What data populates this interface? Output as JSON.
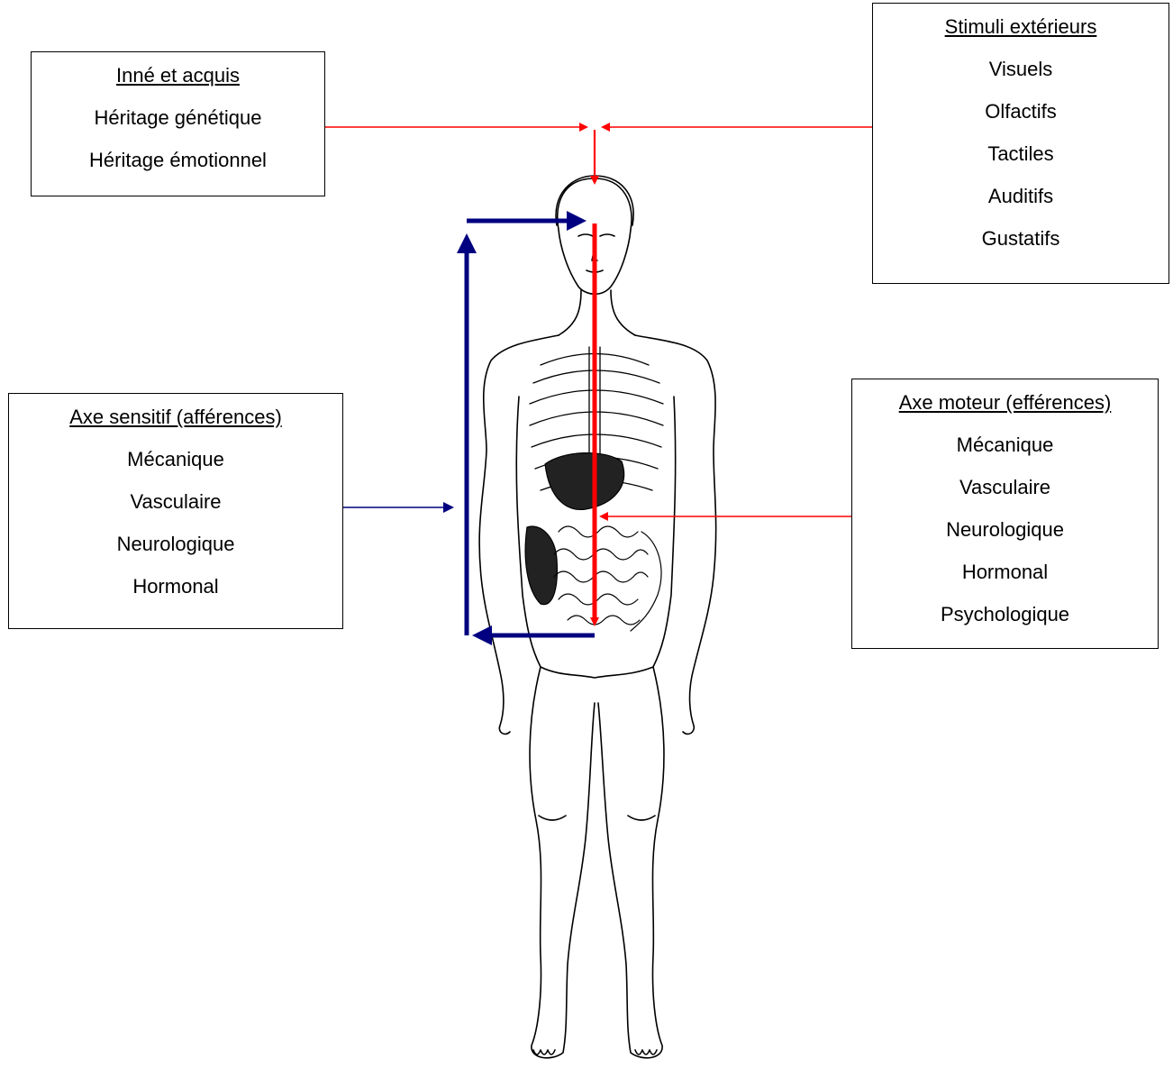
{
  "boxes": {
    "innate": {
      "title": "Inné et acquis",
      "lines": [
        "Héritage génétique",
        "Héritage émotionnel"
      ]
    },
    "stimuli": {
      "title": "Stimuli extérieurs",
      "lines": [
        "Visuels",
        "Olfactifs",
        "Tactiles",
        "Auditifs",
        "Gustatifs"
      ]
    },
    "sensory": {
      "title": "Axe sensitif (afférences)",
      "lines": [
        "Mécanique",
        "Vasculaire",
        "Neurologique",
        "Hormonal"
      ]
    },
    "motor": {
      "title": "Axe moteur (efférences)",
      "lines": [
        "Mécanique",
        "Vasculaire",
        "Neurologique",
        "Hormonal",
        "Psychologique"
      ]
    }
  },
  "colors": {
    "efferent_arrow": "#ff0000",
    "afferent_arrow": "#000080",
    "outline": "#000000"
  },
  "illustration": "human-anatomy-figure"
}
